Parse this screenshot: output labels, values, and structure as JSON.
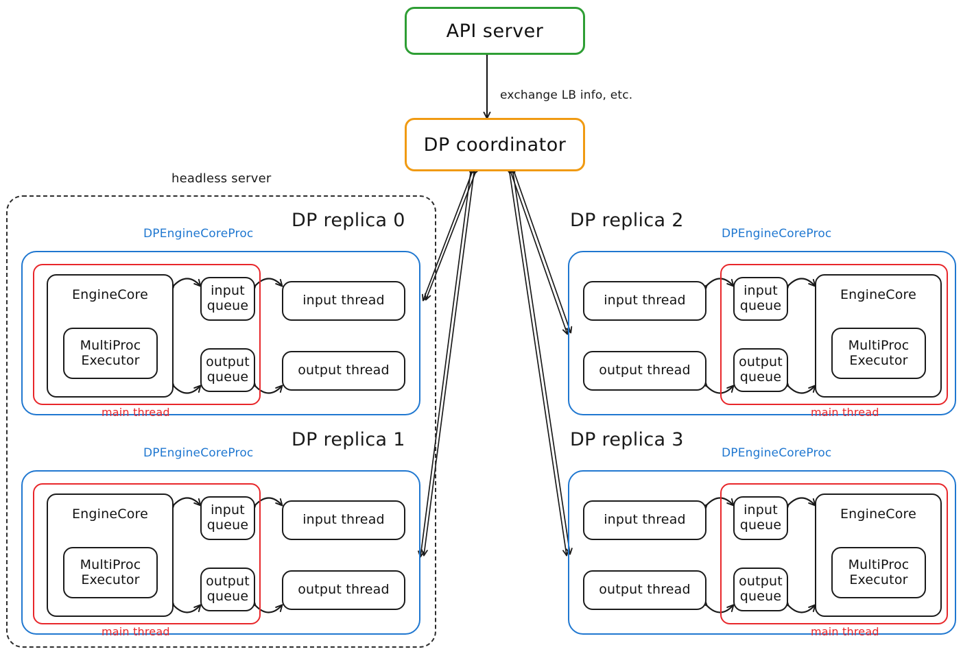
{
  "diagram": {
    "title_nodes": {
      "api_server": "API server",
      "dp_coordinator": "DP coordinator"
    },
    "edge_labels": {
      "coordinator_api": "exchange LB info, etc."
    },
    "group_labels": {
      "headless_server": "headless server"
    },
    "colors": {
      "api_server_border": "#2e9e34",
      "coordinator_border": "#f09a12",
      "proc_border": "#1f77d0",
      "main_thread_border": "#e8262a",
      "node_border": "#1a1a1a",
      "headless_border": "#2b2b2b",
      "arrow": "#1a1a1a",
      "background": "#ffffff"
    },
    "common_labels": {
      "proc": "DPEngineCoreProc",
      "main_thread": "main thread",
      "engine_core": "EngineCore",
      "multiproc_executor": "MultiProc\nExecutor",
      "multiproc_executor_line1": "MultiProc",
      "multiproc_executor_line2": "Executor",
      "input_queue_line1": "input",
      "input_queue_line2": "queue",
      "output_queue_line1": "output",
      "output_queue_line2": "queue",
      "input_thread": "input thread",
      "output_thread": "output thread"
    },
    "replicas": [
      {
        "id": 0,
        "title": "DP replica 0",
        "orientation": "left",
        "in_headless": true
      },
      {
        "id": 1,
        "title": "DP replica 1",
        "orientation": "left",
        "in_headless": true
      },
      {
        "id": 2,
        "title": "DP replica 2",
        "orientation": "right",
        "in_headless": false
      },
      {
        "id": 3,
        "title": "DP replica 3",
        "orientation": "right",
        "in_headless": false
      }
    ]
  }
}
